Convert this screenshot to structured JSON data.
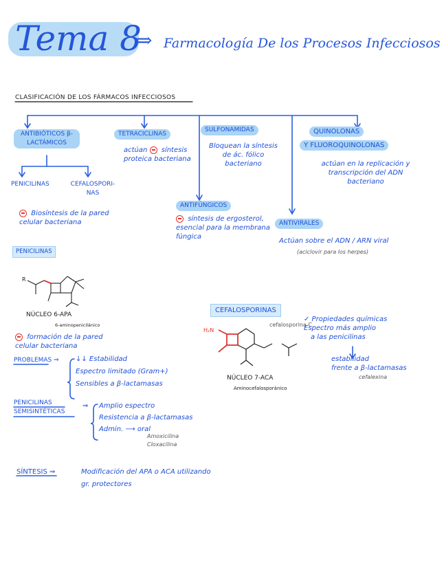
{
  "header": {
    "tema": "Tema 8",
    "arrow": "⇒",
    "subtitle": "Farmacología De los Procesos Infecciosos"
  },
  "classification": {
    "heading": "CLASIFICACIÓN DE LOS FÁRMACOS INFECCIOSOS",
    "antibioticos": "ANTIBIÓTICOS β-LACTÁMICOS",
    "tetraciclinas": "TETRACICLINAS",
    "tetraciclinas_desc_1": "actúan",
    "tetraciclinas_desc_2": "síntesis",
    "tetraciclinas_desc_3": "proteica bacteriana",
    "sulfonamidas": "SULFONAMIDAS",
    "sulfonamidas_desc": "Bloquean la síntesis de ác. fólico bacteriano",
    "quinolonas": "QUINOLONAS",
    "fluoroquinolonas": "Y FLUOROQUINOLONAS",
    "quinolonas_desc": "actúan en la replicación y transcripción del ADN bacteriano",
    "penicilinas_branch": "PENICILINAS",
    "cefalosporinas_branch": "CEFALOSPORI-NAS",
    "betalact_desc": "Biosíntesis de la pared celular bacteriana",
    "antifungicos": "ANTIFÚNGICOS",
    "antifungicos_desc": "síntesis de ergosterol, esencial para la membrana fúngica",
    "antivirales": "ANTIVIRALES",
    "antivirales_desc": "Actúan sobre el ADN / ARN viral",
    "antivirales_note": "(aciclovir para los herpes)"
  },
  "penicilinas": {
    "tag": "PENICILINAS",
    "nucleo": "NÚCLEO 6-APA",
    "nucleo_sub": "6-aminopenicilánico",
    "desc": "formación de la pared celular bacteriana",
    "problemas_label": "PROBLEMAS",
    "problemas": [
      "↓↓ Estabilidad",
      "Espectro limitado (Gram+)",
      "Sensibles a β-lactamasas"
    ],
    "semi_label": "PENICILINAS SEMISINTÉTICAS",
    "semi": [
      "Amplio espectro",
      "Resistencia a β-lactamasas",
      "Admin. ⟶ oral"
    ],
    "semi_examples": [
      "Amoxicilina",
      "Cloxacilina"
    ],
    "sintesis_label": "SÍNTESIS",
    "sintesis_desc": "Modificación del APA o ACA utilizando gr. protectores"
  },
  "cefalosporinas": {
    "tag": "CEFALOSPORINAS",
    "mol_label": "cefalosporina C",
    "nucleo": "NÚCLEO 7-ACA",
    "nucleo_sub": "Aminocefalosporánico",
    "props": [
      "✓ Propiedades químicas",
      "Espectro más amplio",
      "a las penicilinas",
      "↓",
      "estabilidad",
      "frente a β-lactamasas",
      "cefalexina"
    ]
  }
}
